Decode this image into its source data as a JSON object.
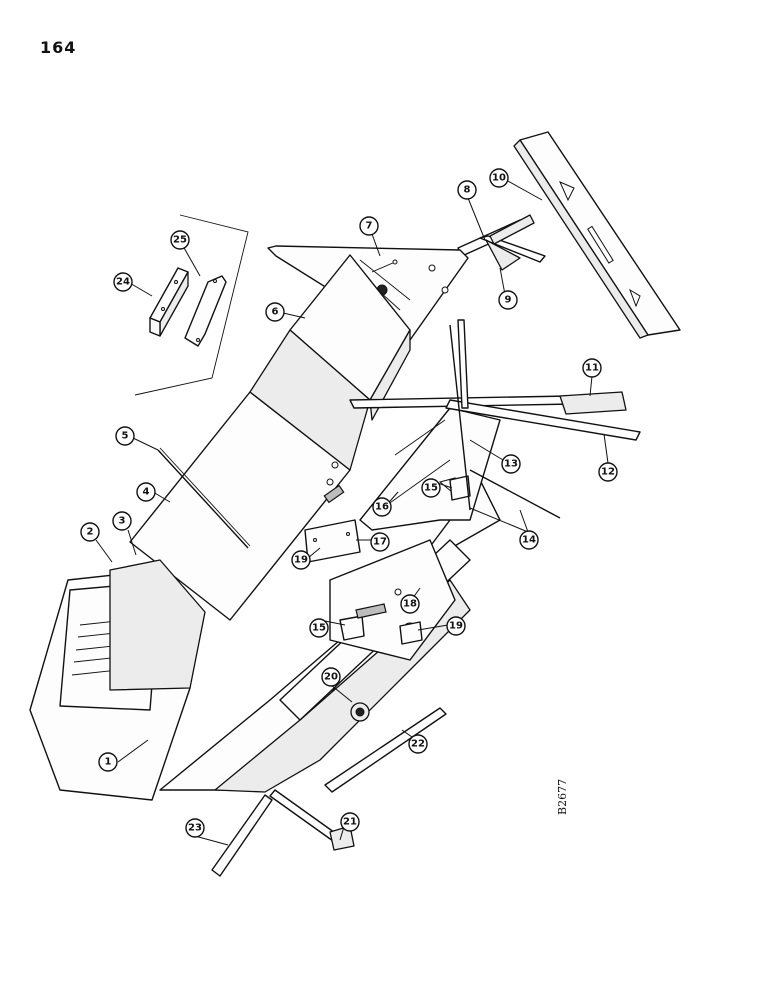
{
  "page": {
    "number": "164"
  },
  "drawing": {
    "code": "B2677"
  },
  "callouts": [
    {
      "id": "1",
      "label": "1"
    },
    {
      "id": "2",
      "label": "2"
    },
    {
      "id": "3",
      "label": "3"
    },
    {
      "id": "4",
      "label": "4"
    },
    {
      "id": "5",
      "label": "5"
    },
    {
      "id": "6",
      "label": "6"
    },
    {
      "id": "7",
      "label": "7"
    },
    {
      "id": "8",
      "label": "8"
    },
    {
      "id": "9",
      "label": "9"
    },
    {
      "id": "10",
      "label": "10"
    },
    {
      "id": "11",
      "label": "11"
    },
    {
      "id": "12",
      "label": "12"
    },
    {
      "id": "13",
      "label": "13"
    },
    {
      "id": "14",
      "label": "14"
    },
    {
      "id": "15a",
      "label": "15"
    },
    {
      "id": "15b",
      "label": "15"
    },
    {
      "id": "16",
      "label": "16"
    },
    {
      "id": "17",
      "label": "17"
    },
    {
      "id": "18",
      "label": "18"
    },
    {
      "id": "19a",
      "label": "19"
    },
    {
      "id": "19b",
      "label": "19"
    },
    {
      "id": "20",
      "label": "20"
    },
    {
      "id": "21",
      "label": "21"
    },
    {
      "id": "22",
      "label": "22"
    },
    {
      "id": "23",
      "label": "23"
    },
    {
      "id": "24",
      "label": "24"
    },
    {
      "id": "25",
      "label": "25"
    }
  ]
}
